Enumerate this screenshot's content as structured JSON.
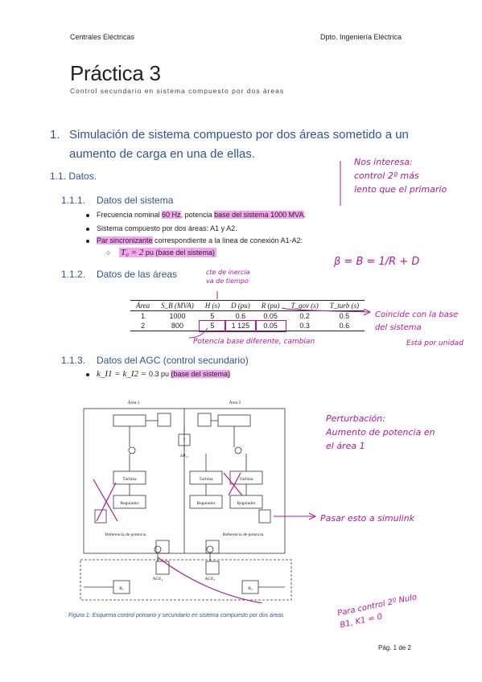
{
  "header": {
    "left": "Centrales Eléctricas",
    "right": "Dpto. Ingeniería Eléctrica"
  },
  "title": "Práctica 3",
  "subtitle": "Control secundario en sistema compuesto por dos áreas",
  "section1": {
    "number": "1.",
    "text": "Simulación de sistema compuesto por dos áreas sometido a un aumento de carga en una de ellas."
  },
  "s11": {
    "number": "1.1.",
    "label": "Datos."
  },
  "s111": {
    "number": "1.1.1.",
    "label": "Datos del sistema",
    "bullets": [
      {
        "pre": "Frecuencia nominal ",
        "hl1": "60 Hz",
        "mid": ", potencia ",
        "hl2": "base del sistema 1000 MVA",
        "post": "."
      },
      {
        "text": "Sistema compuesto por dos áreas: A1 y A2."
      },
      {
        "hl": "Par sincronizante",
        "post": " correspondiente a la línea de conexión A1-A2:"
      }
    ],
    "sub_bullet": {
      "math": "T₀ = 2",
      "unit": " pu (base del sistema)"
    }
  },
  "s112": {
    "number": "1.1.2.",
    "label": "Datos de las áreas"
  },
  "table": {
    "headers": [
      "Área",
      "S_B (MVA)",
      "H (s)",
      "D (pu)",
      "R (pu)",
      "T_gov (s)",
      "T_turb (s)"
    ],
    "rows": [
      [
        "1",
        "1000",
        "5",
        "0.6",
        "0.05",
        "0.2",
        "0.5"
      ],
      [
        "2",
        "800",
        "5",
        "1 125",
        "0.05",
        "0.3",
        "0.6"
      ]
    ]
  },
  "s113": {
    "number": "1.1.3.",
    "label": "Datos del AGC (control secundario)",
    "bullet": {
      "math": "k_I1 = k_I2 = ",
      "value": "0.3",
      "pu": " pu ",
      "hl": "(base del sistema)"
    }
  },
  "diagram": {
    "area1": "Área 1",
    "area2": "Área 2",
    "turbina": "Turbina",
    "regulador": "Regulador",
    "ref": "Referencia de potencia",
    "ace1": "ACE₁",
    "ace2": "ACE₂",
    "b1": "B₁",
    "b2": "B₂",
    "t": "T",
    "dp12": "ΔP₁₂"
  },
  "caption": "Figura 1: Esquema control primario y secundario en sistema compuesto por dos áreas",
  "footer": "Pág. 1 de 2",
  "annotations": {
    "a1": [
      "Nos interesa:",
      "control 2º más",
      "lento que el primario"
    ],
    "a2": "β = B = 1/R + D",
    "a3": [
      "cte de inercia",
      "va de tiempo"
    ],
    "a4": [
      "Coincide con la base",
      "del sistema"
    ],
    "a5": "Está por unidad",
    "a6": "Potencia base diferente, cambian",
    "a7": [
      "Perturbación:",
      "Aumento de potencia en",
      "el área 1"
    ],
    "a8": "Pasar esto a simulink",
    "a9": [
      "Para control 2º Nulo",
      "B1, K1 = 0"
    ]
  },
  "colors": {
    "heading": "#2f5496",
    "highlight": "#f4a6f0",
    "annotation": "#b5179e"
  }
}
